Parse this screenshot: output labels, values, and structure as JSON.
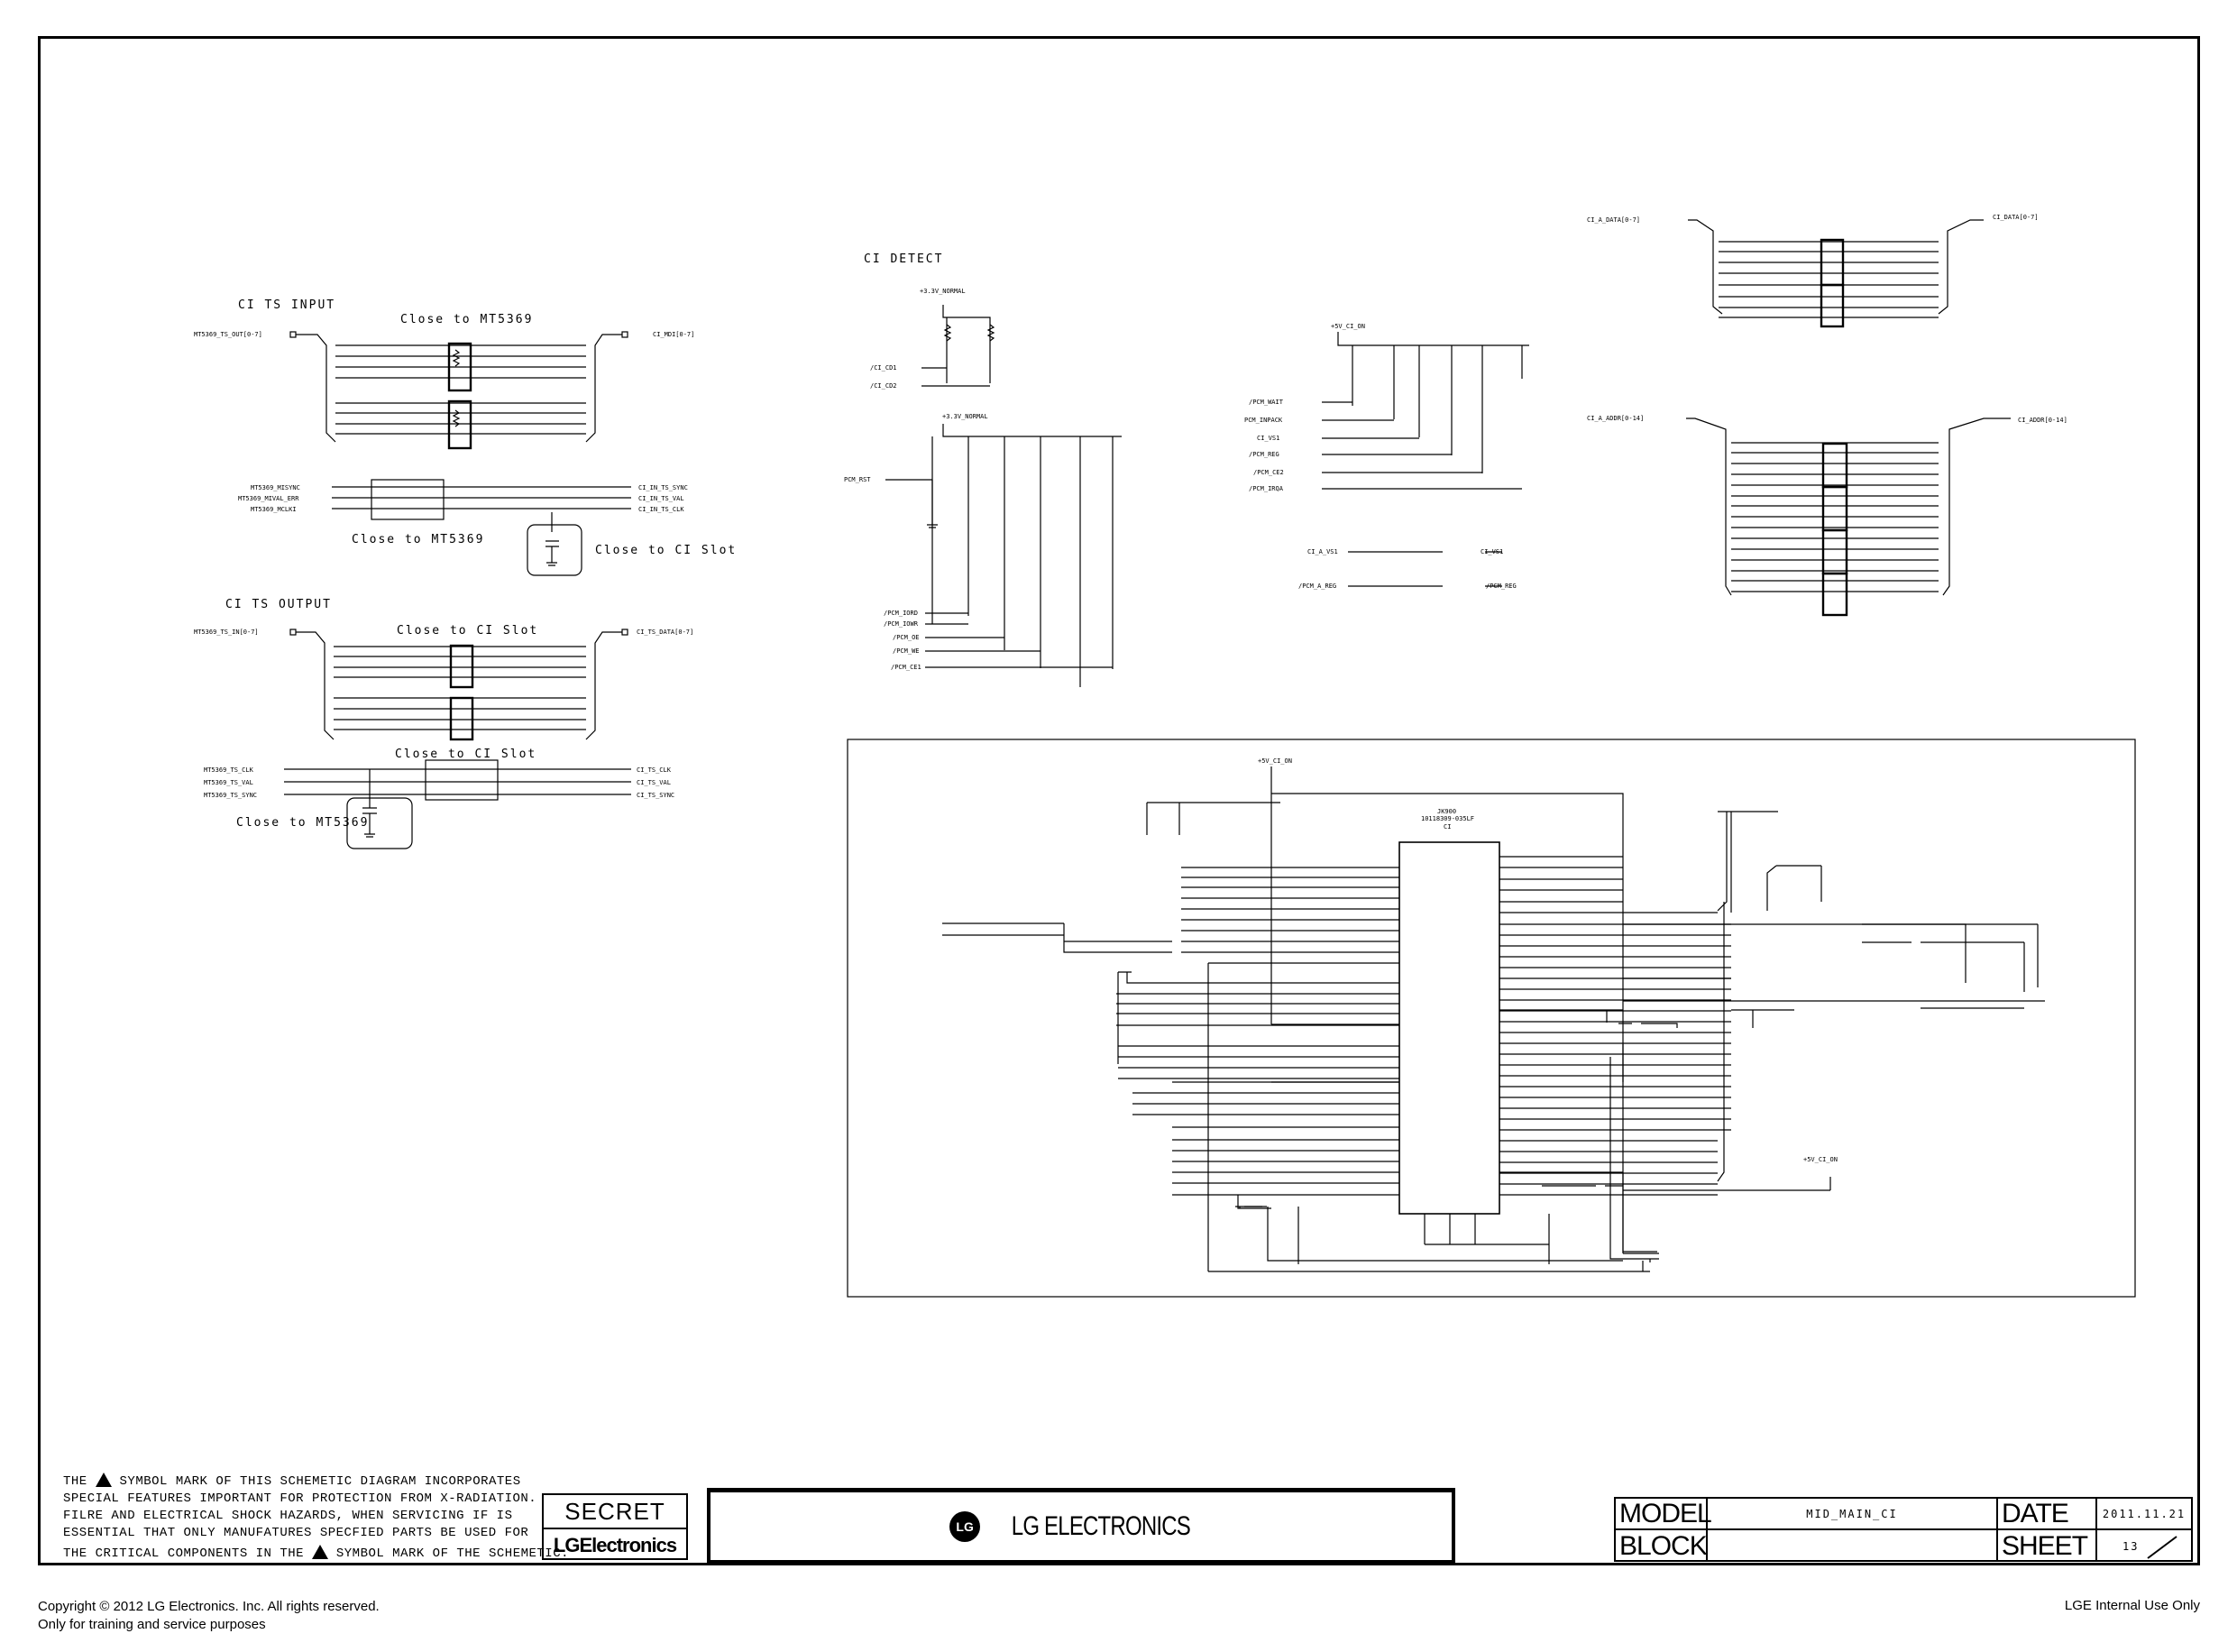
{
  "sections": {
    "ci_ts_input": "CI TS INPUT",
    "ci_detect": "CI DETECT",
    "ci_ts_output": "CI TS OUTPUT",
    "close_mt5369_a": "Close to MT5369",
    "close_mt5369_b": "Close to MT5369",
    "close_mt5369_c": "Close to MT5369",
    "close_ci_slot_a": "Close to CI Slot",
    "close_ci_slot_b": "Close to CI Slot",
    "close_ci_slot_c": "Close to CI Slot"
  },
  "nets": {
    "in_bus_left": "MT5369_TS_OUT[0-7]",
    "in_bus_right": "CI_MDI[0-7]",
    "out_bus_left": "MT5369_TS_IN[0-7]",
    "out_bus_right": "CI_TS_DATA[0-7]",
    "data_bus_left": "CI_A_DATA[0-7]",
    "data_bus_right": "CI_DATA[0-7]",
    "addr_bus_left": "CI_A_ADDR[0-14]",
    "addr_bus_right": "CI_ADDR[0-14]",
    "v33_normal_a": "+3.3V_NORMAL",
    "v33_normal_b": "+3.3V_NORMAL",
    "v5_ci_on_a": "+5V_CI_ON",
    "v5_ci_on_b": "+5V_CI_ON",
    "v5_ci_on_c": "+5V_CI_ON",
    "ci_cd1": "/CI_CD1",
    "ci_cd2": "/CI_CD2",
    "pcm_rst": "PCM_RST",
    "in_ctrl_left": [
      "MT5369_MISYNC",
      "MT5369_MIVAL_ERR",
      "MT5369_MCLKI"
    ],
    "in_ctrl_right": [
      "CI_IN_TS_SYNC",
      "CI_IN_TS_VAL",
      "CI_IN_TS_CLK"
    ],
    "out_ctrl_left": [
      "MT5369_TS_CLK",
      "MT5369_TS_VAL",
      "MT5369_TS_SYNC"
    ],
    "out_ctrl_right": [
      "CI_TS_CLK",
      "CI_TS_VAL",
      "CI_TS_SYNC"
    ],
    "pcm_left": [
      "/PCM_WAIT",
      "PCM_INPACK",
      "CI_VS1",
      "/PCM_REG",
      "/PCM_CE2",
      "/PCM_IRQA"
    ],
    "detect_out": [
      "/PCM_IORD",
      "/PCM_IOWR",
      "/PCM_OE",
      "/PCM_WE",
      "/PCM_CE1"
    ],
    "misc": [
      "CI_A_VS1",
      "CI_VS1",
      "/PCM_A_REG",
      "/PCM_REG"
    ]
  },
  "connector": {
    "ref": "JK900",
    "part": "10118309-035LF",
    "option": "CI"
  },
  "warning": {
    "line1a": "THE",
    "line1b": "SYMBOL MARK OF THIS SCHEMETIC DIAGRAM INCORPORATES",
    "line2": "SPECIAL FEATURES IMPORTANT FOR PROTECTION FROM X-RADIATION.",
    "line3": "FILRE AND ELECTRICAL SHOCK HAZARDS, WHEN SERVICING IF IS",
    "line4": "ESSENTIAL THAT ONLY MANUFATURES SPECFIED PARTS BE USED FOR",
    "line5a": "THE CRITICAL COMPONENTS IN THE",
    "line5b": "SYMBOL MARK OF THE SCHEMETIC."
  },
  "secret": {
    "label": "SECRET",
    "brand": "LGElectronics"
  },
  "logo": {
    "mark": "LG",
    "text": "LG ELECTRONICS"
  },
  "title_block": {
    "model_label": "MODEL",
    "model_value": "MID_MAIN_CI",
    "date_label": "DATE",
    "date_value": "2011.11.21",
    "block_label": "BLOCK",
    "block_value": "",
    "sheet_label": "SHEET",
    "sheet_value": "13"
  },
  "footer": {
    "copyright": "Copyright © 2012 LG Electronics. Inc. All rights reserved.",
    "training": "Only for training and service purposes",
    "internal": "LGE Internal Use Only"
  },
  "colors": {
    "ink": "#000000",
    "paper": "#ffffff"
  }
}
